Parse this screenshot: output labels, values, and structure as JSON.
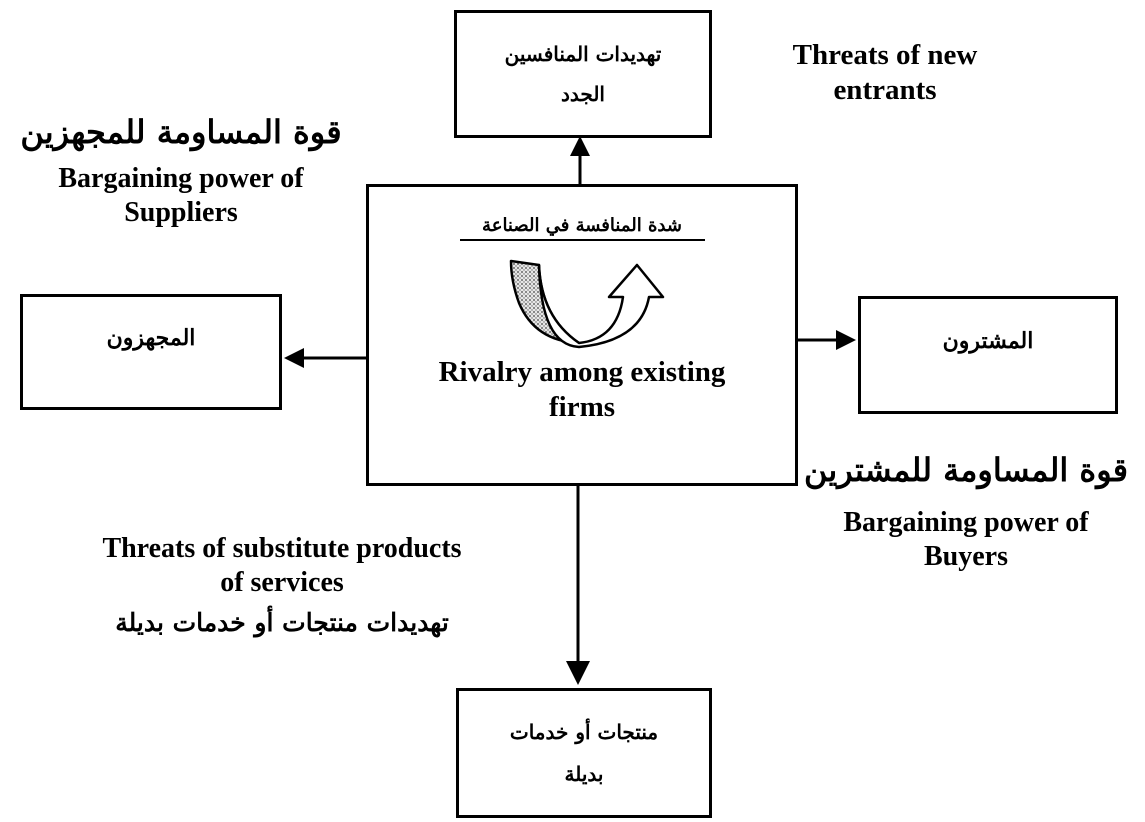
{
  "center": {
    "arabic_title": "شدة المنافسة في الصناعة",
    "label_line1": "Rivalry among existing",
    "label_line2": "firms"
  },
  "top": {
    "box_line1": "تهديدات المنافسين",
    "box_line2": "الجدد",
    "label_line1": "Threats of new",
    "label_line2": "entrants"
  },
  "left": {
    "box_text": "المجهزون",
    "label_arabic": "قوة المساومة للمجهزين",
    "label_line1": "Bargaining power of",
    "label_line2": "Suppliers"
  },
  "right": {
    "box_text": "المشترون",
    "label_arabic": "قوة المساومة للمشترين",
    "label_line1": "Bargaining power of",
    "label_line2": "Buyers"
  },
  "bottom": {
    "box_line1": "منتجات أو خدمات",
    "box_line2": "بديلة",
    "label_line1": "Threats of substitute products",
    "label_line2": "of services",
    "label_arabic": "تهديدات منتجات أو خدمات بديلة"
  }
}
